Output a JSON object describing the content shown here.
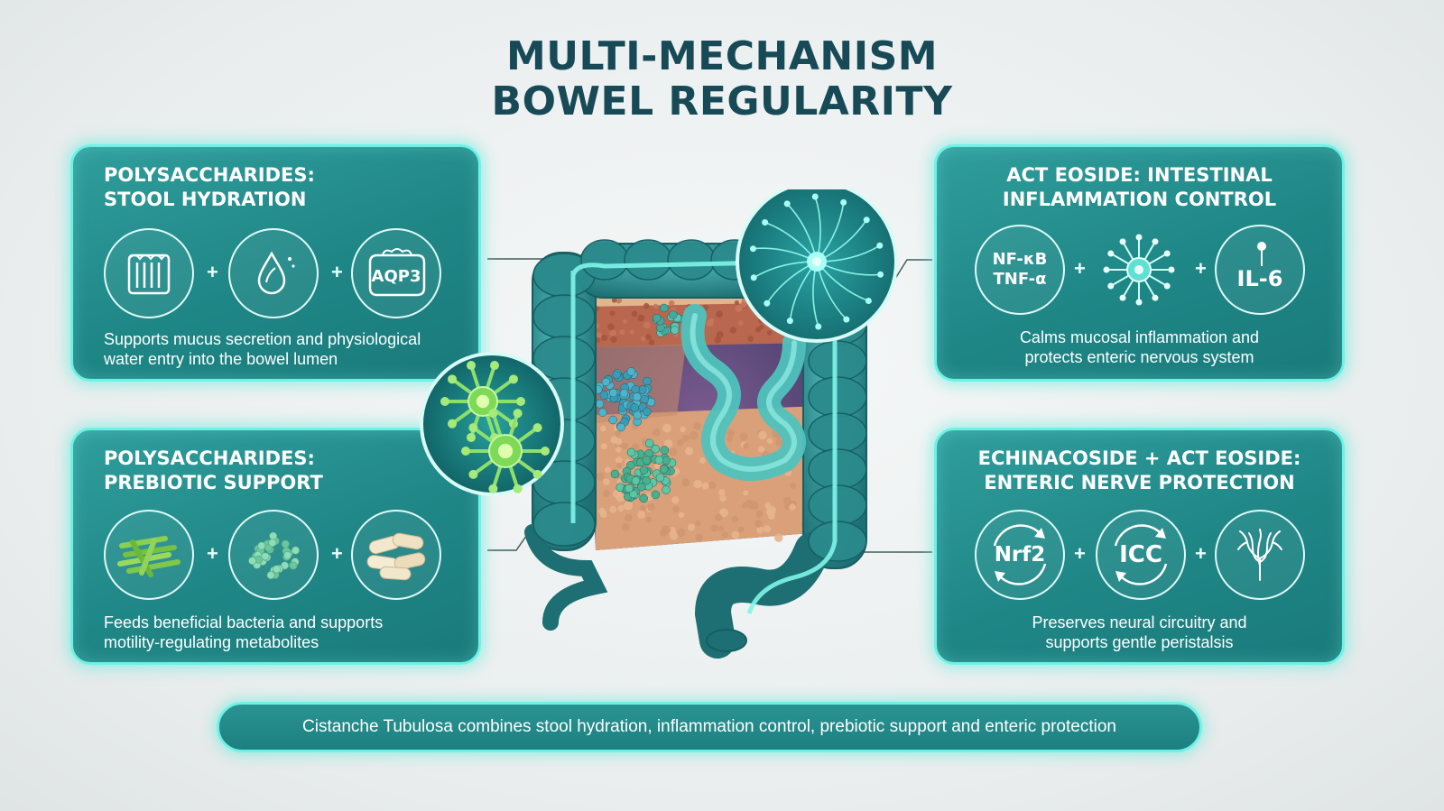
{
  "title": {
    "line1": "MULTI-MECHANISM",
    "line2": "BOWEL REGULARITY"
  },
  "panels": {
    "top_left": {
      "title_line1": "POLYSACCHARIDES:",
      "title_line2": "STOOL HYDRATION",
      "icons": [
        "mucus-glands-icon",
        "water-drop-icon",
        "aqp3-channel-icon"
      ],
      "icon_label": "AQP3",
      "text_line1": "Supports mucus secretion and physiological",
      "text_line2": "water entry into the bowel lumen"
    },
    "bottom_left": {
      "title_line1": "POLYSACCHARIDES:",
      "title_line2": "PREBIOTIC SUPPORT",
      "icons": [
        "green-fiber-icon",
        "bacteria-cluster-icon",
        "probiotic-capsules-icon"
      ],
      "text_line1": "Feeds beneficial bacteria and supports",
      "text_line2": "motility-regulating metabolites"
    },
    "top_right": {
      "title_line1": "ACT EOSIDE: INTESTINAL",
      "title_line2": "INFLAMMATION CONTROL",
      "icons": [
        "cytokine-label-icon",
        "immune-cell-icon",
        "il6-molecule-icon"
      ],
      "icon_label_a1": "NF-κB",
      "icon_label_a2": "TNF-α",
      "icon_label_c": "IL-6",
      "text_line1": "Calms mucosal inflammation and",
      "text_line2": "protects enteric nervous system"
    },
    "bottom_right": {
      "title_line1": "ECHINACOSIDE + ACT EOSIDE:",
      "title_line2": "ENTERIC NERVE PROTECTION",
      "icons": [
        "nrf2-cycle-icon",
        "icc-cycle-icon",
        "neural-network-icon"
      ],
      "icon_label_a": "Nrf2",
      "icon_label_b": "ICC",
      "text_line1": "Preserves neural circuitry and",
      "text_line2": "supports gentle peristalsis"
    }
  },
  "plus_symbol": "+",
  "footer": "Cistanche Tubulosa combines stool hydration, inflammation control, prebiotic support and enteric protection",
  "colors": {
    "panel_bg": "#1f8686",
    "glow": "#6ff2e6",
    "title_text": "#174a56",
    "colon": "#2a8a8c",
    "neuron_green": "#6fd64a"
  }
}
